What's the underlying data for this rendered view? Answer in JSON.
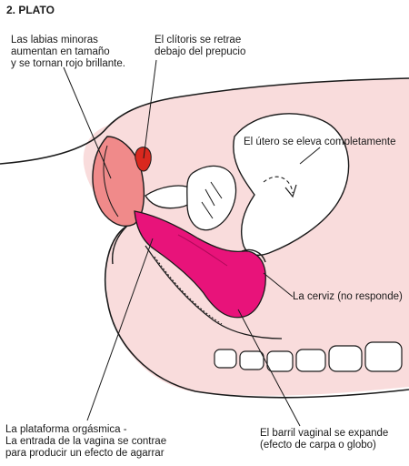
{
  "title": "2. PLATO",
  "labels": {
    "labia": "Las labias minoras\naumentan en tamaño\ny se tornan rojo brillante.",
    "clitoris": "El clítoris se retrae\ndebajo del prepucio",
    "uterus": "El útero se eleva completamente",
    "cervix": "La cerviz (no responde)",
    "platform": "La plataforma orgásmica -\nLa entrada de la vagina se contrae\npara producir un efecto de agarrar",
    "barrel": "El barril vaginal se expande\n(efecto de carpa o globo)"
  },
  "colors": {
    "skin": "#f9dcdc",
    "vagina": "#e8137a",
    "labia": "#f08a8a",
    "clitoris": "#d9281e",
    "outline": "#1a1a1a"
  }
}
